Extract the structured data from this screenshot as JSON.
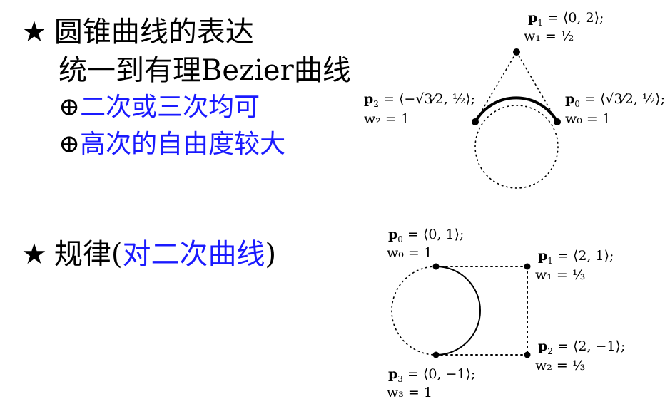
{
  "section1": {
    "bullet": "★",
    "title_line1": "圆锥曲线的表达",
    "title_line2": "统一到有理Bezier曲线",
    "sub1_prefix": "⊕",
    "sub1": "二次或三次均可",
    "sub2_prefix": "⊕",
    "sub2": "高次的自由度较大"
  },
  "section2": {
    "bullet": "★",
    "title": "规律",
    "paren_open": "(",
    "paren_text": "对二次曲线",
    "paren_close": ")"
  },
  "diagram1": {
    "p1": {
      "name": "p",
      "sub": "1",
      "value": "= ⟨0, 2⟩;",
      "weight": "w₁ = ½"
    },
    "p2": {
      "name": "p",
      "sub": "2",
      "value": "= ⟨−√3⁄2, ½⟩;",
      "weight": "w₂ = 1"
    },
    "p0": {
      "name": "p",
      "sub": "0",
      "value": "= ⟨√3⁄2, ½⟩;",
      "weight": "w₀ = 1"
    }
  },
  "diagram2": {
    "p0": {
      "name": "p",
      "sub": "0",
      "value": "=  ⟨0, 1⟩;",
      "weight": "w₀ = 1"
    },
    "p1": {
      "name": "p",
      "sub": "1",
      "value": "=  ⟨2, 1⟩;",
      "weight": "w₁ = ⅓"
    },
    "p2": {
      "name": "p",
      "sub": "2",
      "value": "= ⟨2, −1⟩;",
      "weight": "w₂ = ⅓"
    },
    "p3": {
      "name": "p",
      "sub": "3",
      "value": "= ⟨0, −1⟩;",
      "weight": "w₃ = 1"
    }
  },
  "colors": {
    "text": "#000000",
    "accent": "#1a1aff"
  }
}
